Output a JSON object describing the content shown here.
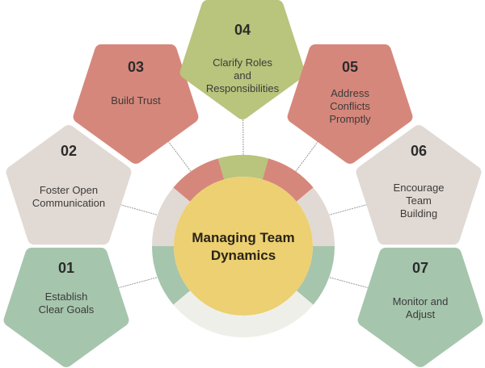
{
  "center": {
    "line1": "Managing Team",
    "line2": "Dynamics",
    "color": "#ecd071"
  },
  "colors": {
    "red": "#d6877b",
    "olive": "#b9c47c",
    "gray": "#e1d9d3",
    "green": "#a6c5ad",
    "light": "#efefea"
  },
  "steps": [
    {
      "num": "01",
      "lines": [
        "Establish",
        "Clear Goals"
      ],
      "color": "#a6c5ad"
    },
    {
      "num": "02",
      "lines": [
        "Foster Open",
        "Communication"
      ],
      "color": "#e1d9d3"
    },
    {
      "num": "03",
      "lines": [
        "Build Trust"
      ],
      "color": "#d6877b"
    },
    {
      "num": "04",
      "lines": [
        "Clarify Roles",
        "and",
        "Responsibilities"
      ],
      "color": "#b9c47c"
    },
    {
      "num": "05",
      "lines": [
        "Address",
        "Conflicts",
        "Promptly"
      ],
      "color": "#d6877b"
    },
    {
      "num": "06",
      "lines": [
        "Encourage",
        "Team",
        "Building"
      ],
      "color": "#e1d9d3"
    },
    {
      "num": "07",
      "lines": [
        "Monitor and",
        "Adjust"
      ],
      "color": "#a6c5ad"
    }
  ]
}
